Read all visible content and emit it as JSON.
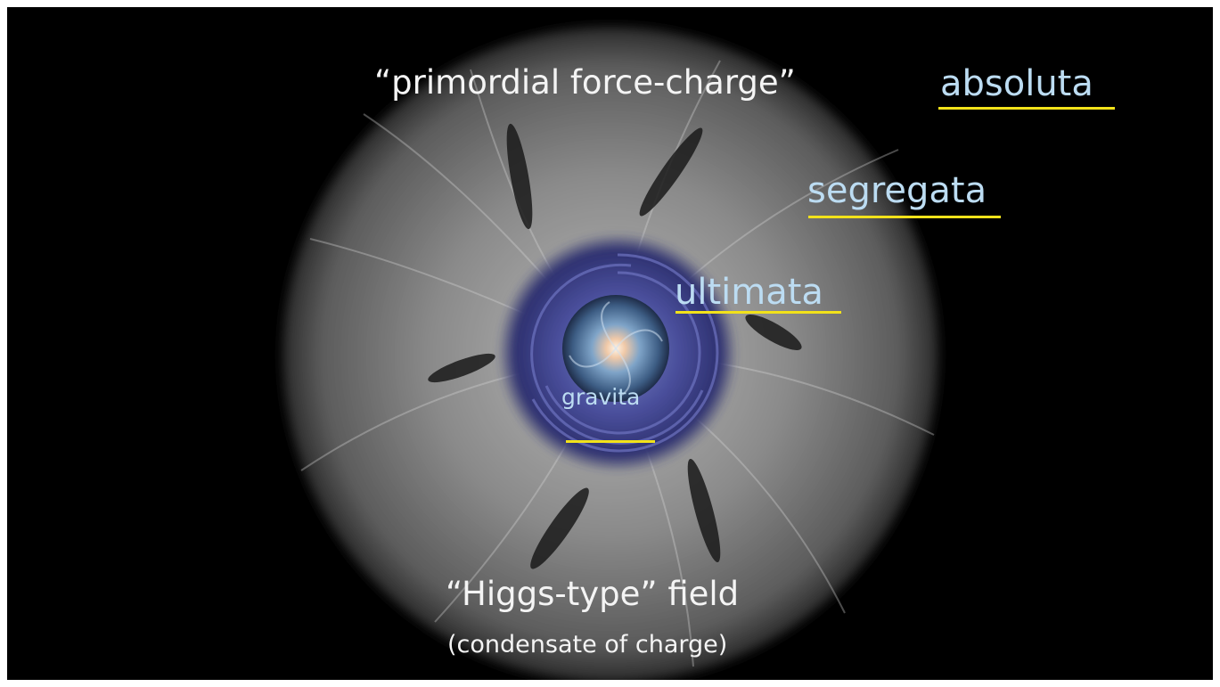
{
  "diagram": {
    "top_caption": "“primordial force-charge”",
    "bottom_caption": "“Higgs-type”  field",
    "bottom_subcaption": "(condensate of charge)",
    "layers": [
      {
        "id": "absoluta",
        "label": "absoluta"
      },
      {
        "id": "segregata",
        "label": "segregata"
      },
      {
        "id": "ultimata",
        "label": "ultimata"
      },
      {
        "id": "gravita",
        "label": "gravita"
      }
    ],
    "colors": {
      "background": "#000000",
      "field": "#9a9a9a",
      "vortex": "#3b3f8c",
      "galaxy_core": "#f3d8c0",
      "label_blue": "#bcdcf2",
      "caption_white": "#f4f4f4",
      "underline": "#f2e21a"
    }
  }
}
